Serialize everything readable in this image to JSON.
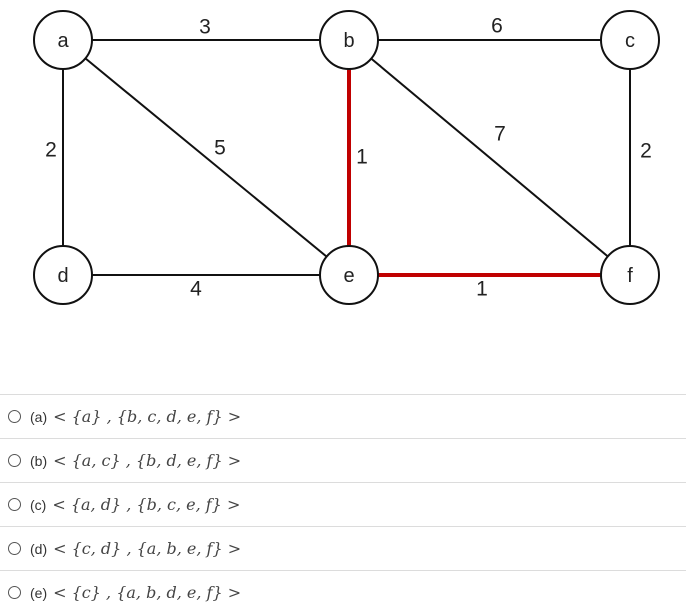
{
  "graph": {
    "nodes": [
      {
        "id": "a",
        "label": "a"
      },
      {
        "id": "b",
        "label": "b"
      },
      {
        "id": "c",
        "label": "c"
      },
      {
        "id": "d",
        "label": "d"
      },
      {
        "id": "e",
        "label": "e"
      },
      {
        "id": "f",
        "label": "f"
      }
    ],
    "edges": [
      {
        "from": "a",
        "to": "b",
        "weight": "3",
        "highlighted": false
      },
      {
        "from": "b",
        "to": "c",
        "weight": "6",
        "highlighted": false
      },
      {
        "from": "a",
        "to": "d",
        "weight": "2",
        "highlighted": false
      },
      {
        "from": "a",
        "to": "e",
        "weight": "5",
        "highlighted": false
      },
      {
        "from": "b",
        "to": "e",
        "weight": "1",
        "highlighted": true
      },
      {
        "from": "b",
        "to": "f",
        "weight": "7",
        "highlighted": false
      },
      {
        "from": "c",
        "to": "f",
        "weight": "2",
        "highlighted": false
      },
      {
        "from": "d",
        "to": "e",
        "weight": "4",
        "highlighted": false
      },
      {
        "from": "e",
        "to": "f",
        "weight": "1",
        "highlighted": true
      }
    ],
    "highlight_color": "#c00000",
    "edge_color": "#111111"
  },
  "options": [
    {
      "letter": "(a)",
      "math": "< {a} , {b, c, d, e, f} >"
    },
    {
      "letter": "(b)",
      "math": "< {a, c} , {b, d, e, f} >"
    },
    {
      "letter": "(c)",
      "math": "< {a, d} , {b, c, e, f} >"
    },
    {
      "letter": "(d)",
      "math": "< {c, d} , {a, b, e, f} >"
    },
    {
      "letter": "(e)",
      "math": "< {c} , {a, b, d, e, f} >"
    }
  ]
}
